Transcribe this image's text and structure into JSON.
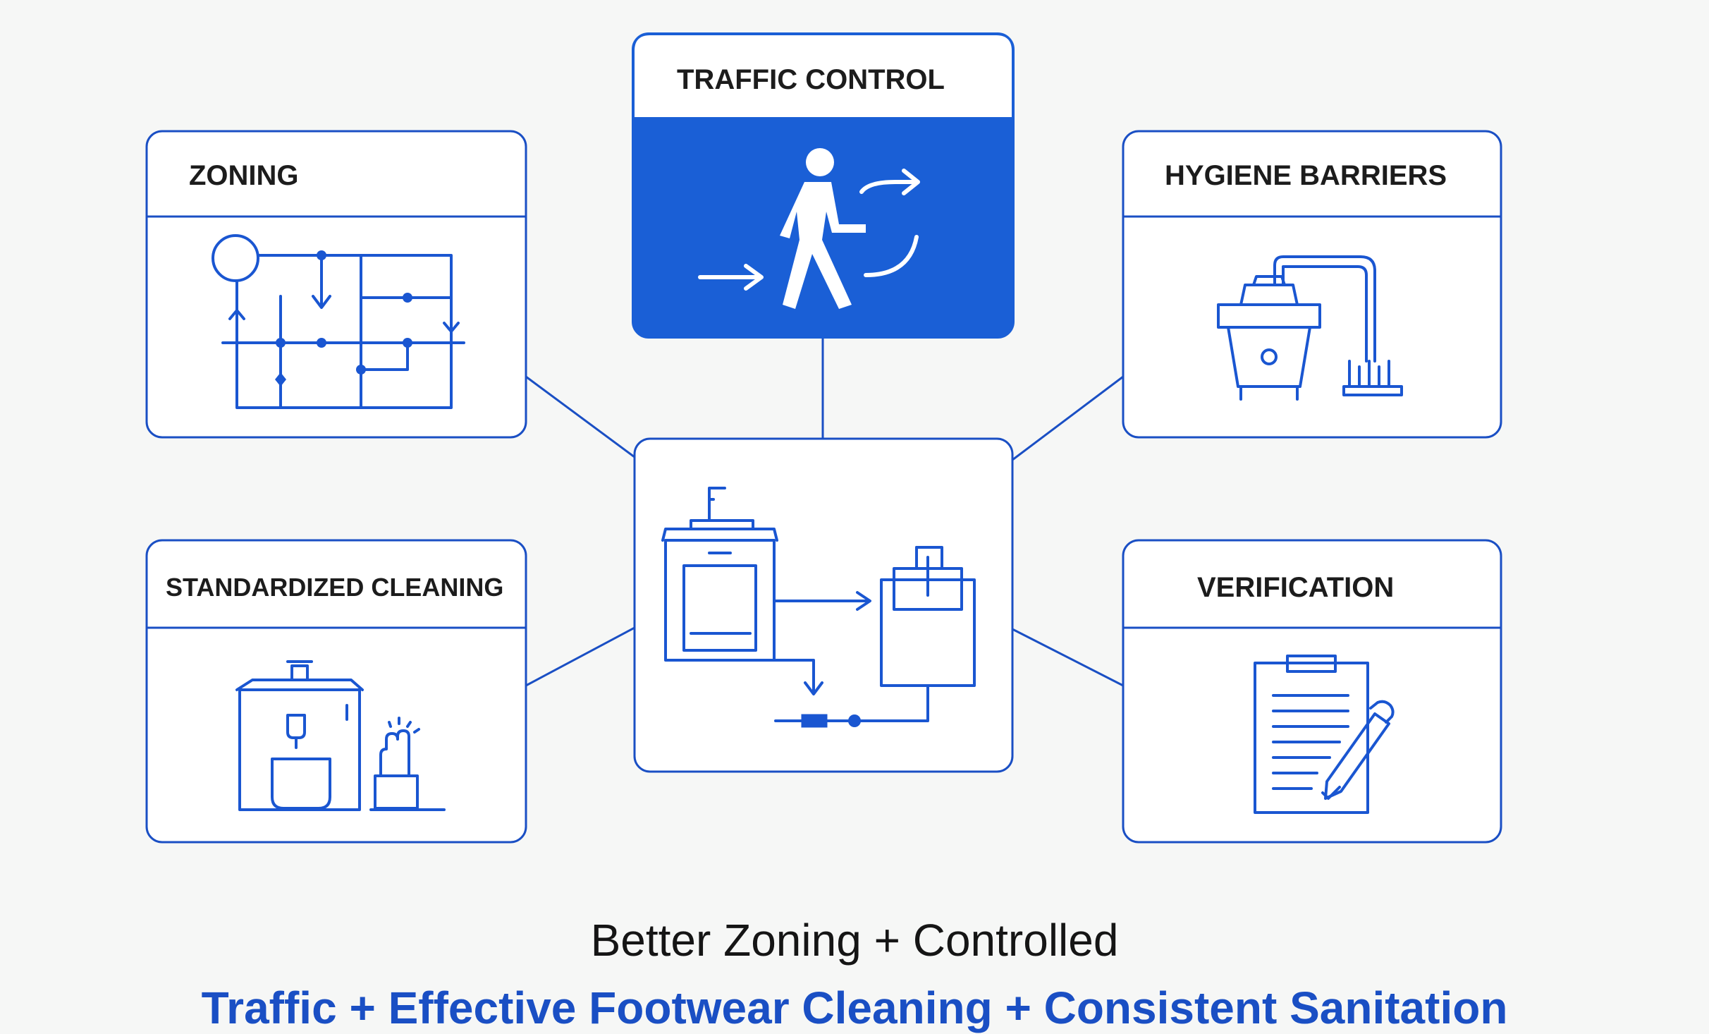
{
  "nodes": {
    "traffic_control": {
      "title": "TRAFFIC CONTROL",
      "icon": "person-walking-arrows-icon"
    },
    "zoning": {
      "title": "ZONING",
      "icon": "zone-map-icon"
    },
    "hygiene_barriers": {
      "title": "HYGIENE BARRIERS",
      "icon": "boot-wash-machine-icon"
    },
    "standardized_cleaning": {
      "title": "STANDARDIZED CLEANING",
      "icon": "cleaning-station-icon"
    },
    "verification": {
      "title": "VERIFICATION",
      "icon": "clipboard-checklist-icon"
    },
    "center": {
      "icon": "sanitation-process-flow-icon"
    }
  },
  "caption": {
    "line1": "Better Zoning + Controlled",
    "line2": "Traffic + Effective Footwear Cleaning + Consistent Sanitation"
  },
  "colors": {
    "accent": "#1a5fd6",
    "line": "#1a4fc4",
    "text": "#1c1c1c",
    "background": "#f6f7f6"
  }
}
